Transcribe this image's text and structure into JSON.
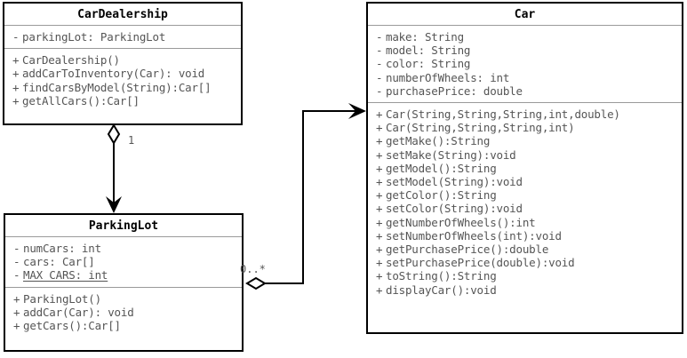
{
  "diagram": {
    "type": "uml-class-diagram",
    "classes": [
      {
        "id": "car-dealership",
        "name": "CarDealership",
        "attributes": [
          {
            "visibility": "-",
            "member": "parkingLot: ParkingLot",
            "static": false
          }
        ],
        "methods": [
          {
            "visibility": "+",
            "member": "CarDealership()",
            "static": false
          },
          {
            "visibility": "+",
            "member": "addCarToInventory(Car): void",
            "static": false
          },
          {
            "visibility": "+",
            "member": "findCarsByModel(String):Car[]",
            "static": false
          },
          {
            "visibility": "+",
            "member": "getAllCars():Car[]",
            "static": false
          }
        ]
      },
      {
        "id": "parking-lot",
        "name": "ParkingLot",
        "attributes": [
          {
            "visibility": "-",
            "member": "numCars: int",
            "static": false
          },
          {
            "visibility": "-",
            "member": "cars: Car[]",
            "static": false
          },
          {
            "visibility": "-",
            "member": "MAX_CARS: int",
            "static": true
          }
        ],
        "methods": [
          {
            "visibility": "+",
            "member": "ParkingLot()",
            "static": false
          },
          {
            "visibility": "+",
            "member": "addCar(Car): void",
            "static": false
          },
          {
            "visibility": "+",
            "member": "getCars():Car[]",
            "static": false
          }
        ]
      },
      {
        "id": "car",
        "name": "Car",
        "attributes": [
          {
            "visibility": "-",
            "member": "make: String",
            "static": false
          },
          {
            "visibility": "-",
            "member": "model: String",
            "static": false
          },
          {
            "visibility": "-",
            "member": "color: String",
            "static": false
          },
          {
            "visibility": "-",
            "member": "numberOfWheels: int",
            "static": false
          },
          {
            "visibility": "-",
            "member": "purchasePrice: double",
            "static": false
          }
        ],
        "methods": [
          {
            "visibility": "+",
            "member": "Car(String,String,String,int,double)",
            "static": false
          },
          {
            "visibility": "+",
            "member": "Car(String,String,String,int)",
            "static": false
          },
          {
            "visibility": "+",
            "member": "getMake():String",
            "static": false
          },
          {
            "visibility": "+",
            "member": "setMake(String):void",
            "static": false
          },
          {
            "visibility": "+",
            "member": "getModel():String",
            "static": false
          },
          {
            "visibility": "+",
            "member": "setModel(String):void",
            "static": false
          },
          {
            "visibility": "+",
            "member": "getColor():String",
            "static": false
          },
          {
            "visibility": "+",
            "member": "setColor(String):void",
            "static": false
          },
          {
            "visibility": "+",
            "member": "getNumberOfWheels():int",
            "static": false
          },
          {
            "visibility": "+",
            "member": "setNumberOfWheels(int):void",
            "static": false
          },
          {
            "visibility": "+",
            "member": "getPurchasePrice():double",
            "static": false
          },
          {
            "visibility": "+",
            "member": "setPurchasePrice(double):void",
            "static": false
          },
          {
            "visibility": "+",
            "member": "toString():String",
            "static": false
          },
          {
            "visibility": "+",
            "member": "displayCar():void",
            "static": false
          }
        ]
      }
    ],
    "relationships": [
      {
        "id": "dealership-to-parkinglot",
        "kind": "aggregation",
        "from": "car-dealership",
        "to": "parking-lot",
        "multiplicity": "1"
      },
      {
        "id": "parkinglot-to-car",
        "kind": "aggregation",
        "from": "parking-lot",
        "to": "car",
        "multiplicity": "0..*"
      }
    ],
    "colors": {
      "border": "#000000",
      "separator": "#9a9a9a",
      "title_text": "#000000",
      "member_text": "#555555",
      "background": "#ffffff"
    }
  }
}
